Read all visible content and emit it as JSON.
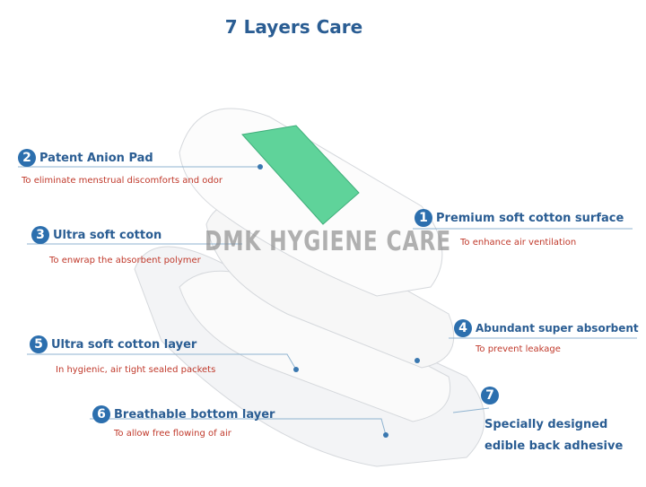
{
  "title": "7 Layers Care",
  "watermark": "DMK HYGIENE CARE",
  "layers": [
    {
      "number": "1",
      "label": "Premium soft cotton surface",
      "desc": "To enhance air ventilation"
    },
    {
      "number": "2",
      "label": "Patent Anion Pad",
      "desc": "To eliminate menstrual discomforts and odor"
    },
    {
      "number": "3",
      "label": "Ultra soft cotton",
      "desc": "To enwrap the absorbent polymer"
    },
    {
      "number": "4",
      "label": "Abundant super absorbent",
      "desc": "To prevent leakage"
    },
    {
      "number": "5",
      "label": "Ultra soft cotton layer",
      "desc": "In hygienic, air tight sealed packets"
    },
    {
      "number": "6",
      "label": "Breathable bottom layer",
      "desc": "To allow free flowing of air"
    },
    {
      "number": "7",
      "label": "Specially designed",
      "desc": "edible back adhesive"
    }
  ],
  "colors": {
    "label": "#2a5d93",
    "desc": "#c0392b",
    "anion_strip": "#5fd39a"
  }
}
